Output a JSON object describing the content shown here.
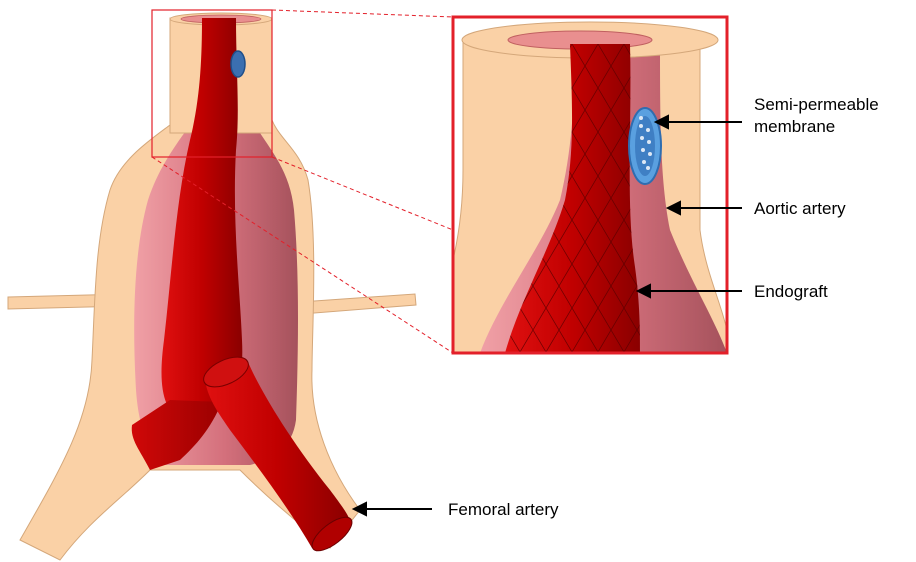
{
  "labels": {
    "membrane_line1": "Semi-permeable",
    "membrane_line2": "membrane",
    "aortic": "Aortic artery",
    "endograft": "Endograft",
    "femoral": "Femoral artery"
  },
  "colors": {
    "tissue": "#fad1a6",
    "tissue_outline": "#d4a77a",
    "graft": "#c00000",
    "graft_dark": "#8a0000",
    "lumen": "#e07a85",
    "lumen_dark": "#b95a66",
    "zoom_frame": "#e3202a",
    "membrane": "#4a8fd0",
    "arrow": "#000000"
  }
}
